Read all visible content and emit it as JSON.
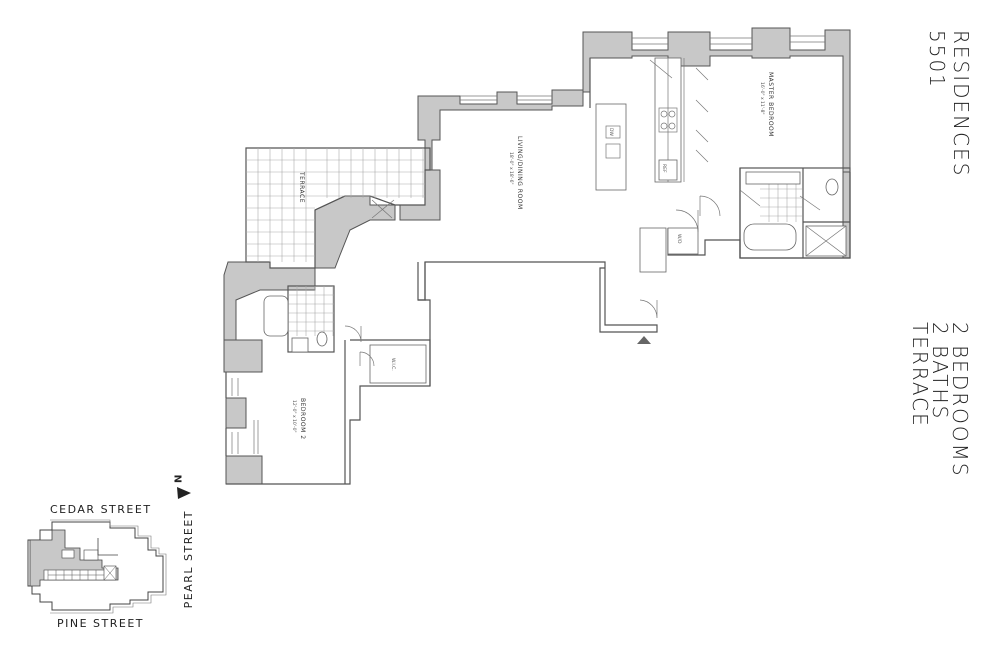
{
  "residence": {
    "title_line1": "RESIDENCES",
    "title_line2": "5501",
    "features": [
      "2 BEDROOMS",
      "2 BATHS",
      "TERRACE"
    ]
  },
  "rooms": {
    "living": {
      "name": "LIVING/DINING ROOM",
      "dims": "18'-0\" x 18'-6\""
    },
    "master": {
      "name": "MASTER BEDROOM",
      "dims": "16'-0\" x 11'-8\""
    },
    "bedroom2": {
      "name": "BEDROOM 2",
      "dims": "12'-0\" x 10'-0\""
    },
    "terrace": {
      "name": "TERRACE"
    },
    "ref": "REF",
    "dw": "DW",
    "wd": "W/D",
    "wic": "W.I.C."
  },
  "key_plan": {
    "north": "N",
    "streets": {
      "top": "CEDAR STREET",
      "bottom": "PINE STREET",
      "right": "PEARL STREET"
    }
  },
  "colors": {
    "wall_fill": "#c8c8c8",
    "line": "#555555"
  }
}
